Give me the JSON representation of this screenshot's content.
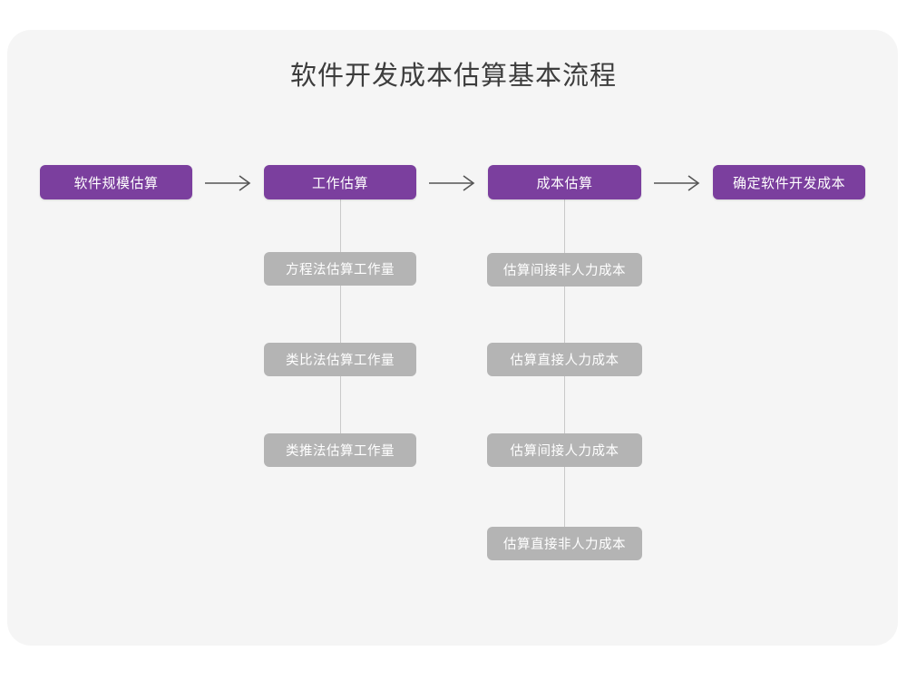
{
  "title": "软件开发成本估算基本流程",
  "theme": {
    "page_background": "#ffffff",
    "card_background": "#f5f5f5",
    "primary_color": "#7b3f9e",
    "secondary_color": "#b4b4b4",
    "title_color": "#3d3d3d",
    "connector_color": "#c9c9c9",
    "arrow_color": "#555555",
    "node_text_color": "#ffffff"
  },
  "chart_data": {
    "type": "flowchart",
    "title": "软件开发成本估算基本流程",
    "orientation": "left-to-right, with vertical sub-step branches",
    "main_flow": [
      {
        "id": "n-scale",
        "label": "软件规模估算",
        "level": "primary"
      },
      {
        "id": "n-effort",
        "label": "工作估算",
        "level": "primary"
      },
      {
        "id": "n-cost",
        "label": "成本估算",
        "level": "primary"
      },
      {
        "id": "n-final",
        "label": "确定软件开发成本",
        "level": "primary"
      }
    ],
    "connectors": [
      {
        "glyph": "⟶",
        "from": "n-scale",
        "to": "n-effort"
      },
      {
        "glyph": "⟶",
        "from": "n-effort",
        "to": "n-cost"
      },
      {
        "glyph": "⟶",
        "from": "n-cost",
        "to": "n-final"
      }
    ],
    "branches": [
      {
        "parent": "n-effort",
        "parent_label": "工作估算",
        "children": [
          {
            "id": "s-equation",
            "label": "方程法估算工作量"
          },
          {
            "id": "s-analogy",
            "label": "类比法估算工作量"
          },
          {
            "id": "s-deduce",
            "label": "类推法估算工作量"
          }
        ]
      },
      {
        "parent": "n-cost",
        "parent_label": "成本估算",
        "children": [
          {
            "id": "s-indirect-nonlabor",
            "label": "估算间接非人力成本"
          },
          {
            "id": "s-direct-labor",
            "label": "估算直接人力成本"
          },
          {
            "id": "s-indirect-labor",
            "label": "估算间接人力成本"
          },
          {
            "id": "s-direct-nonlabor",
            "label": "估算直接非人力成本"
          }
        ]
      }
    ]
  },
  "nodes": {
    "scale": "软件规模估算",
    "effort": "工作估算",
    "cost": "成本估算",
    "final": "确定软件开发成本",
    "equation": "方程法估算工作量",
    "analogy": "类比法估算工作量",
    "deduce": "类推法估算工作量",
    "indirect_nonlabor": "估算间接非人力成本",
    "direct_labor": "估算直接人力成本",
    "indirect_labor": "估算间接人力成本",
    "direct_nonlabor": "估算直接非人力成本"
  }
}
